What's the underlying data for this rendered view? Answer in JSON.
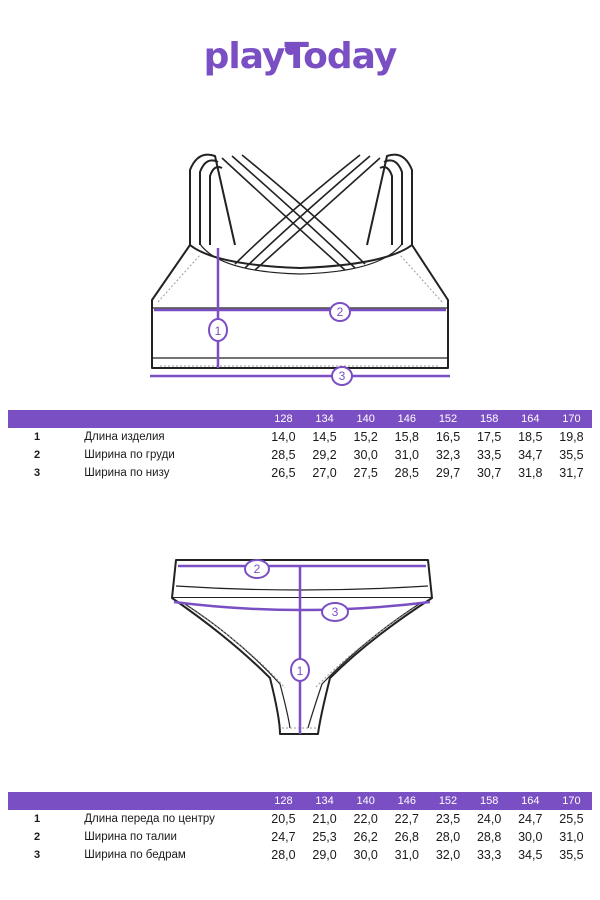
{
  "brand": {
    "logo_text": "playToday",
    "accent": "#7b4fc4"
  },
  "top_item": {
    "markers": [
      "1",
      "2",
      "3"
    ],
    "sizes": [
      "128",
      "134",
      "140",
      "146",
      "152",
      "158",
      "164",
      "170"
    ],
    "rows": [
      {
        "num": "1",
        "label": "Длина изделия",
        "values": [
          "14,0",
          "14,5",
          "15,2",
          "15,8",
          "16,5",
          "17,5",
          "18,5",
          "19,8"
        ]
      },
      {
        "num": "2",
        "label": "Ширина по груди",
        "values": [
          "28,5",
          "29,2",
          "30,0",
          "31,0",
          "32,3",
          "33,5",
          "34,7",
          "35,5"
        ]
      },
      {
        "num": "3",
        "label": "Ширина по низу",
        "values": [
          "26,5",
          "27,0",
          "27,5",
          "28,5",
          "29,7",
          "30,7",
          "31,8",
          "31,7"
        ]
      }
    ]
  },
  "bottom_item": {
    "markers": [
      "1",
      "2",
      "3"
    ],
    "sizes": [
      "128",
      "134",
      "140",
      "146",
      "152",
      "158",
      "164",
      "170"
    ],
    "rows": [
      {
        "num": "1",
        "label": "Длина переда по центру",
        "values": [
          "20,5",
          "21,0",
          "22,0",
          "22,7",
          "23,5",
          "24,0",
          "24,7",
          "25,5"
        ]
      },
      {
        "num": "2",
        "label": "Ширина по талии",
        "values": [
          "24,7",
          "25,3",
          "26,2",
          "26,8",
          "28,0",
          "28,8",
          "30,0",
          "31,0"
        ]
      },
      {
        "num": "3",
        "label": "Ширина по бедрам",
        "values": [
          "28,0",
          "29,0",
          "30,0",
          "31,0",
          "32,0",
          "33,3",
          "34,5",
          "35,5"
        ]
      }
    ]
  }
}
